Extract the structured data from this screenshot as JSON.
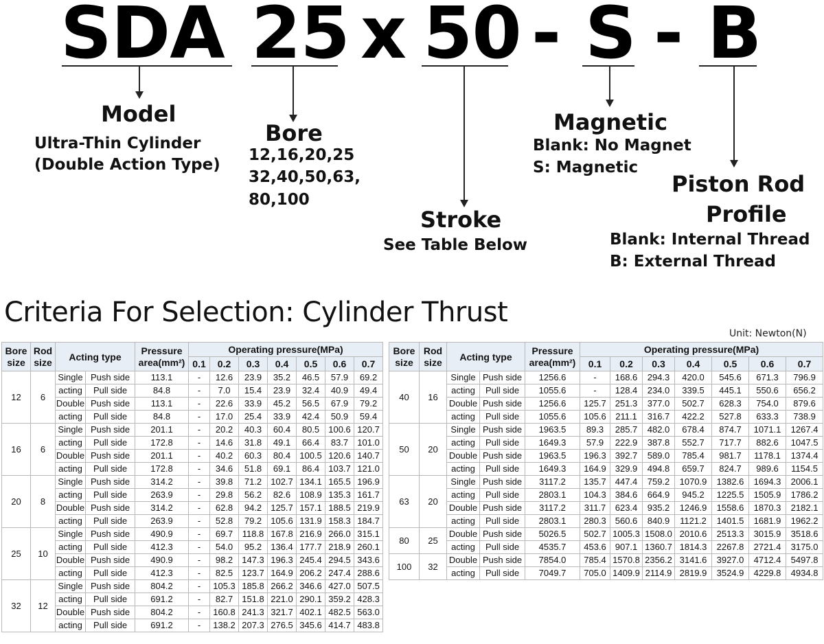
{
  "code": {
    "model": "SDA",
    "bore": "25",
    "x": "x",
    "stroke": "50",
    "dash1": "-",
    "magnetic": "S",
    "dash2": "-",
    "rod": "B"
  },
  "labels": {
    "model_title": "Model",
    "model_line1": "Ultra-Thin Cylinder",
    "model_line2": "(Double Action Type)",
    "bore_title": "Bore",
    "bore_line1": "12,16,20,25",
    "bore_line2": "32,40,50,63,",
    "bore_line3": "80,100",
    "stroke_title": "Stroke",
    "stroke_line1": "See Table Below",
    "magnetic_title": "Magnetic",
    "magnetic_line1": "Blank: No Magnet",
    "magnetic_line2": "S: Magnetic",
    "rod_title1": "Piston Rod",
    "rod_title2": "Profile",
    "rod_line1": "Blank: Internal Thread",
    "rod_line2": "B: External Thread"
  },
  "section_title": "Criteria For Selection: Cylinder Thrust",
  "unit": "Unit:  Newton(N)",
  "table_headers": {
    "bore": "Bore size",
    "rod": "Rod size",
    "acting": "Acting type",
    "pressure": "Pressure area(mm²)",
    "operating": "Operating pressure(MPa)",
    "pressures": [
      "0.1",
      "0.2",
      "0.3",
      "0.4",
      "0.5",
      "0.6",
      "0.7"
    ]
  },
  "acting_labels": {
    "single1": "Single",
    "single2": "acting",
    "double1": "Double",
    "double2": "acting",
    "push": "Push side",
    "pull": "Pull side"
  },
  "left_table": [
    {
      "bore": "12",
      "rod": "6",
      "acting": "both",
      "rows": [
        {
          "area": "113.1",
          "v": [
            "-",
            "12.6",
            "23.9",
            "35.2",
            "46.5",
            "57.9",
            "69.2"
          ]
        },
        {
          "area": "84.8",
          "v": [
            "-",
            "7.0",
            "15.4",
            "23.9",
            "32.4",
            "40.9",
            "49.4"
          ]
        },
        {
          "area": "113.1",
          "v": [
            "-",
            "22.6",
            "33.9",
            "45.2",
            "56.5",
            "67.9",
            "79.2"
          ]
        },
        {
          "area": "84.8",
          "v": [
            "-",
            "17.0",
            "25.4",
            "33.9",
            "42.4",
            "50.9",
            "59.4"
          ]
        }
      ]
    },
    {
      "bore": "16",
      "rod": "6",
      "acting": "both",
      "rows": [
        {
          "area": "201.1",
          "v": [
            "-",
            "20.2",
            "40.3",
            "60.4",
            "80.5",
            "100.6",
            "120.7"
          ]
        },
        {
          "area": "172.8",
          "v": [
            "-",
            "14.6",
            "31.8",
            "49.1",
            "66.4",
            "83.7",
            "101.0"
          ]
        },
        {
          "area": "201.1",
          "v": [
            "-",
            "40.2",
            "60.3",
            "80.4",
            "100.5",
            "120.6",
            "140.7"
          ]
        },
        {
          "area": "172.8",
          "v": [
            "-",
            "34.6",
            "51.8",
            "69.1",
            "86.4",
            "103.7",
            "121.0"
          ]
        }
      ]
    },
    {
      "bore": "20",
      "rod": "8",
      "acting": "both",
      "rows": [
        {
          "area": "314.2",
          "v": [
            "-",
            "39.8",
            "71.2",
            "102.7",
            "134.1",
            "165.5",
            "196.9"
          ]
        },
        {
          "area": "263.9",
          "v": [
            "-",
            "29.8",
            "56.2",
            "82.6",
            "108.9",
            "135.3",
            "161.7"
          ]
        },
        {
          "area": "314.2",
          "v": [
            "-",
            "62.8",
            "94.2",
            "125.7",
            "157.1",
            "188.5",
            "219.9"
          ]
        },
        {
          "area": "263.9",
          "v": [
            "-",
            "52.8",
            "79.2",
            "105.6",
            "131.9",
            "158.3",
            "184.7"
          ]
        }
      ]
    },
    {
      "bore": "25",
      "rod": "10",
      "acting": "both",
      "rows": [
        {
          "area": "490.9",
          "v": [
            "-",
            "69.7",
            "118.8",
            "167.8",
            "216.9",
            "266.0",
            "315.1"
          ]
        },
        {
          "area": "412.3",
          "v": [
            "-",
            "54.0",
            "95.2",
            "136.4",
            "177.7",
            "218.9",
            "260.1"
          ]
        },
        {
          "area": "490.9",
          "v": [
            "-",
            "98.2",
            "147.3",
            "196.3",
            "245.4",
            "294.5",
            "343.6"
          ]
        },
        {
          "area": "412.3",
          "v": [
            "-",
            "82.5",
            "123.7",
            "164.9",
            "206.2",
            "247.4",
            "288.6"
          ]
        }
      ]
    },
    {
      "bore": "32",
      "rod": "12",
      "acting": "both",
      "rows": [
        {
          "area": "804.2",
          "v": [
            "-",
            "105.3",
            "185.8",
            "266.2",
            "346.6",
            "427.0",
            "507.5"
          ]
        },
        {
          "area": "691.2",
          "v": [
            "-",
            "82.7",
            "151.8",
            "221.0",
            "290.1",
            "359.2",
            "428.3"
          ]
        },
        {
          "area": "804.2",
          "v": [
            "-",
            "160.8",
            "241.3",
            "321.7",
            "402.1",
            "482.5",
            "563.0"
          ]
        },
        {
          "area": "691.2",
          "v": [
            "-",
            "138.2",
            "207.3",
            "276.5",
            "345.6",
            "414.7",
            "483.8"
          ]
        }
      ]
    }
  ],
  "right_table": [
    {
      "bore": "40",
      "rod": "16",
      "acting": "both",
      "rows": [
        {
          "area": "1256.6",
          "v": [
            "-",
            "168.6",
            "294.3",
            "420.0",
            "545.6",
            "671.3",
            "796.9"
          ]
        },
        {
          "area": "1055.6",
          "v": [
            "-",
            "128.4",
            "234.0",
            "339.5",
            "445.1",
            "550.6",
            "656.2"
          ]
        },
        {
          "area": "1256.6",
          "v": [
            "125.7",
            "251.3",
            "377.0",
            "502.7",
            "628.3",
            "754.0",
            "879.6"
          ]
        },
        {
          "area": "1055.6",
          "v": [
            "105.6",
            "211.1",
            "316.7",
            "422.2",
            "527.8",
            "633.3",
            "738.9"
          ]
        }
      ]
    },
    {
      "bore": "50",
      "rod": "20",
      "acting": "both",
      "rows": [
        {
          "area": "1963.5",
          "v": [
            "89.3",
            "285.7",
            "482.0",
            "678.4",
            "874.7",
            "1071.1",
            "1267.4"
          ]
        },
        {
          "area": "1649.3",
          "v": [
            "57.9",
            "222.9",
            "387.8",
            "552.7",
            "717.7",
            "882.6",
            "1047.5"
          ]
        },
        {
          "area": "1963.5",
          "v": [
            "196.3",
            "392.7",
            "589.0",
            "785.4",
            "981.7",
            "1178.1",
            "1374.4"
          ]
        },
        {
          "area": "1649.3",
          "v": [
            "164.9",
            "329.9",
            "494.8",
            "659.7",
            "824.7",
            "989.6",
            "1154.5"
          ]
        }
      ]
    },
    {
      "bore": "63",
      "rod": "20",
      "acting": "both",
      "rows": [
        {
          "area": "3117.2",
          "v": [
            "135.7",
            "447.4",
            "759.2",
            "1070.9",
            "1382.6",
            "1694.3",
            "2006.1"
          ]
        },
        {
          "area": "2803.1",
          "v": [
            "104.3",
            "384.6",
            "664.9",
            "945.2",
            "1225.5",
            "1505.9",
            "1786.2"
          ]
        },
        {
          "area": "3117.2",
          "v": [
            "311.7",
            "623.4",
            "935.2",
            "1246.9",
            "1558.6",
            "1870.3",
            "2182.1"
          ]
        },
        {
          "area": "2803.1",
          "v": [
            "280.3",
            "560.6",
            "840.9",
            "1121.2",
            "1401.5",
            "1681.9",
            "1962.2"
          ]
        }
      ]
    },
    {
      "bore": "80",
      "rod": "25",
      "acting": "double",
      "rows": [
        {
          "area": "5026.5",
          "v": [
            "502.7",
            "1005.3",
            "1508.0",
            "2010.6",
            "2513.3",
            "3015.9",
            "3518.6"
          ]
        },
        {
          "area": "4535.7",
          "v": [
            "453.6",
            "907.1",
            "1360.7",
            "1814.3",
            "2267.8",
            "2721.4",
            "3175.0"
          ]
        }
      ]
    },
    {
      "bore": "100",
      "rod": "32",
      "acting": "double",
      "rows": [
        {
          "area": "7854.0",
          "v": [
            "785.4",
            "1570.8",
            "2356.2",
            "3141.6",
            "3927.0",
            "4712.4",
            "5497.8"
          ]
        },
        {
          "area": "7049.7",
          "v": [
            "705.0",
            "1409.9",
            "2114.9",
            "2819.9",
            "3524.9",
            "4229.8",
            "4934.8"
          ]
        }
      ]
    }
  ]
}
